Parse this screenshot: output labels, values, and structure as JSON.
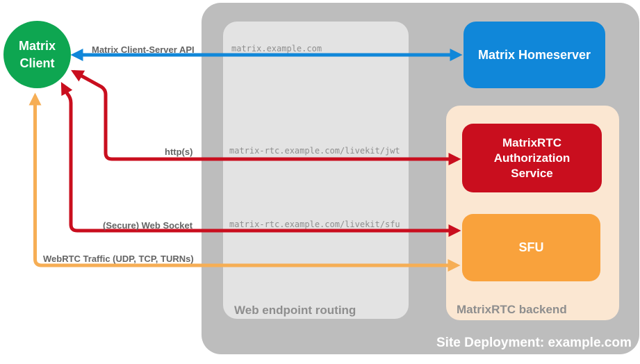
{
  "diagram": {
    "type": "architecture-diagram",
    "title": "Site Deployment: example.com",
    "colors": {
      "client_green": "#0EA651",
      "homeserver_blue": "#1087D9",
      "auth_red": "#C90E1E",
      "sfu_orange": "#F9A23C",
      "webrtc_arrow_orange": "#F6AE55",
      "backend_peach": "#FBE7D2",
      "deployment_gray": "#BDBDBD",
      "routing_gray": "#E3E3E3",
      "caption_gray": "#8E8E8E",
      "url_text_gray": "#8E8E8E",
      "connection_label_gray": "#646464",
      "node_text_white": "#FFFFFF"
    },
    "nodes": {
      "client": {
        "label": "Matrix Client"
      },
      "homeserver": {
        "label": "Matrix Homeserver"
      },
      "auth_service": {
        "label": "MatrixRTC Authorization Service"
      },
      "sfu": {
        "label": "SFU"
      }
    },
    "containers": {
      "site_deployment": {
        "label": "Site Deployment: example.com"
      },
      "web_endpoint_routing": {
        "label": "Web endpoint routing"
      },
      "matrixrtc_backend": {
        "label": "MatrixRTC backend"
      }
    },
    "endpoints": {
      "homeserver_url": "matrix.example.com",
      "jwt_url": "matrix-rtc.example.com/livekit/jwt",
      "sfu_url": "matrix-rtc.example.com/livekit/sfu"
    },
    "connections": [
      {
        "label": "Matrix Client-Server API",
        "from": "Matrix Client",
        "to": "Matrix Homeserver",
        "via": "matrix.example.com",
        "color": "#1087D9",
        "bidirectional": true
      },
      {
        "label": "http(s)",
        "from": "Matrix Client",
        "to": "MatrixRTC Authorization Service",
        "via": "matrix-rtc.example.com/livekit/jwt",
        "color": "#C90E1E",
        "bidirectional": true
      },
      {
        "label": "(Secure) Web Socket",
        "from": "Matrix Client",
        "to": "SFU",
        "via": "matrix-rtc.example.com/livekit/sfu",
        "color": "#C90E1E",
        "bidirectional": true
      },
      {
        "label": "WebRTC Traffic (UDP, TCP, TURNs)",
        "from": "Matrix Client",
        "to": "SFU",
        "color": "#F6AE55",
        "bidirectional": true
      }
    ]
  }
}
